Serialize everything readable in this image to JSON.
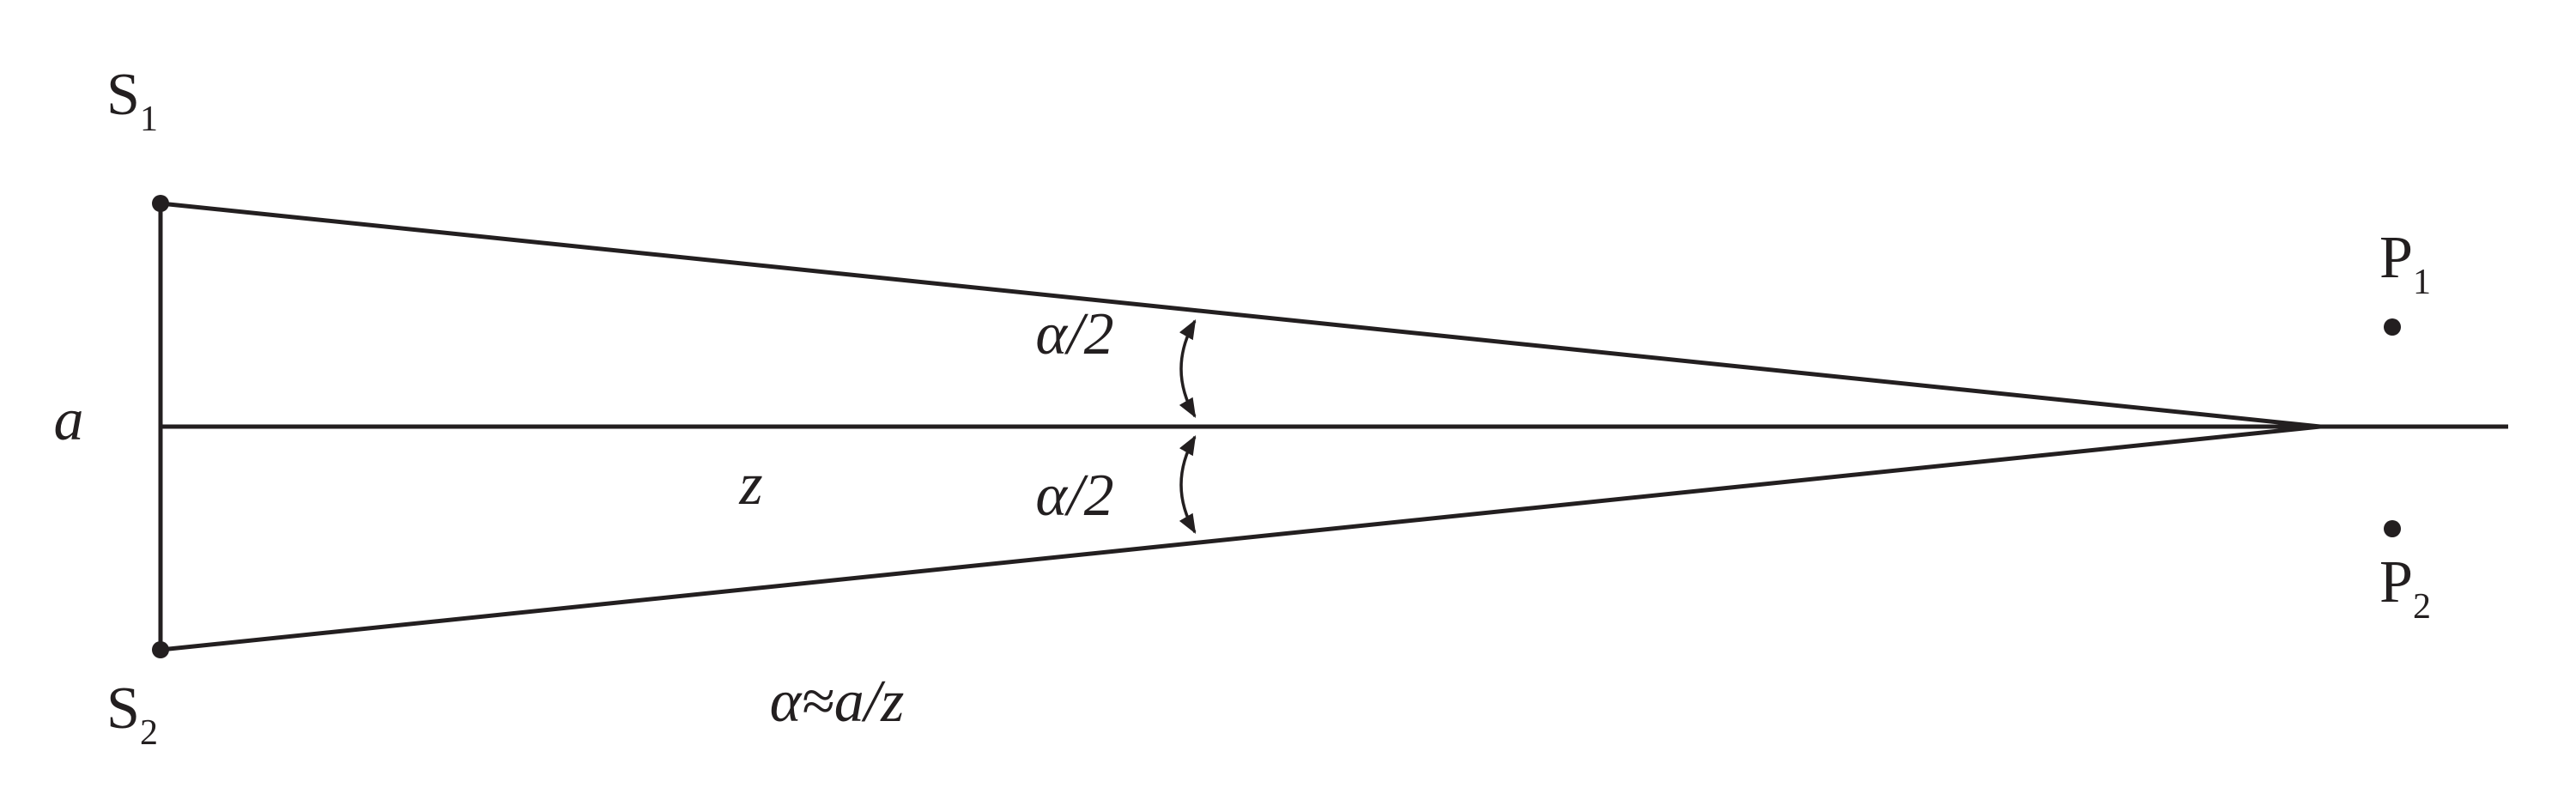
{
  "labels": {
    "s1": {
      "base": "S",
      "sub": "1"
    },
    "s2": {
      "base": "S",
      "sub": "2"
    },
    "p1": {
      "base": "P",
      "sub": "1"
    },
    "p2": {
      "base": "P",
      "sub": "2"
    },
    "separation": "a",
    "distance": "z",
    "half_angle_upper": "α/2",
    "half_angle_lower": "α/2",
    "angle_formula": "α≈a/z"
  },
  "colors": {
    "ink": "#231f20",
    "background": "#ffffff"
  }
}
